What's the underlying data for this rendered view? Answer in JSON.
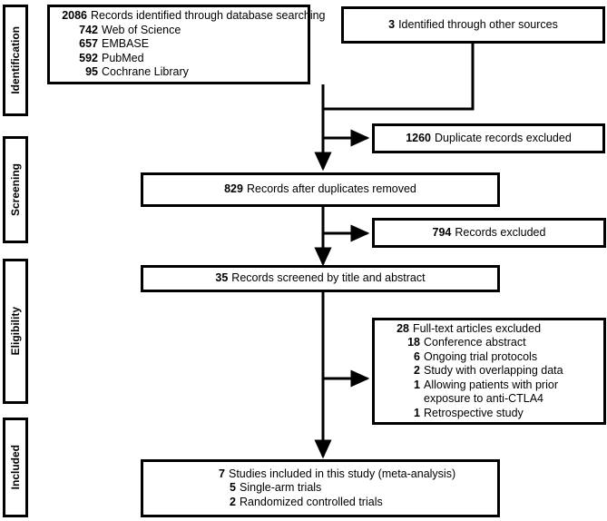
{
  "diagram": {
    "title": "PRISMA study selection flow diagram",
    "type": "flowchart",
    "stroke_color": "#000000",
    "background_color": "#ffffff"
  },
  "stages": [
    {
      "id": "identification",
      "label": "Identification"
    },
    {
      "id": "screening",
      "label": "Screening"
    },
    {
      "id": "eligibility",
      "label": "Eligibility"
    },
    {
      "id": "included",
      "label": "Included"
    }
  ],
  "boxes": {
    "database_search": {
      "header_num": "2086",
      "header_text": "Records identified through database searching",
      "sources": [
        {
          "num": "742",
          "text": "Web of Science"
        },
        {
          "num": "657",
          "text": "EMBASE"
        },
        {
          "num": "592",
          "text": "PubMed"
        },
        {
          "num": "95",
          "text": "Cochrane Library"
        }
      ]
    },
    "other_sources": {
      "num": "3",
      "text": "Identified through other sources"
    },
    "duplicates_excluded": {
      "num": "1260",
      "text": "Duplicate records excluded"
    },
    "after_duplicates": {
      "num": "829",
      "text": "Records after duplicates removed"
    },
    "records_excluded": {
      "num": "794",
      "text": "Records excluded"
    },
    "records_screened": {
      "num": "35",
      "text": "Records screened by title and abstract"
    },
    "fulltext_excluded": {
      "header_num": "28",
      "header_text": "Full-text articles excluded",
      "reasons": [
        {
          "num": "18",
          "text": "Conference abstract"
        },
        {
          "num": "6",
          "text": "Ongoing trial protocols"
        },
        {
          "num": "2",
          "text": "Study with overlapping data"
        },
        {
          "num": "1",
          "text": "Allowing patients with prior exposure to anti-CTLA4"
        },
        {
          "num": "1",
          "text": "Retrospective study"
        }
      ]
    },
    "included_studies": {
      "header_num": "7",
      "header_text": "Studies included in this study (meta-analysis)",
      "designs": [
        {
          "num": "5",
          "text": "Single-arm trials"
        },
        {
          "num": "2",
          "text": "Randomized controlled trials"
        }
      ]
    }
  }
}
